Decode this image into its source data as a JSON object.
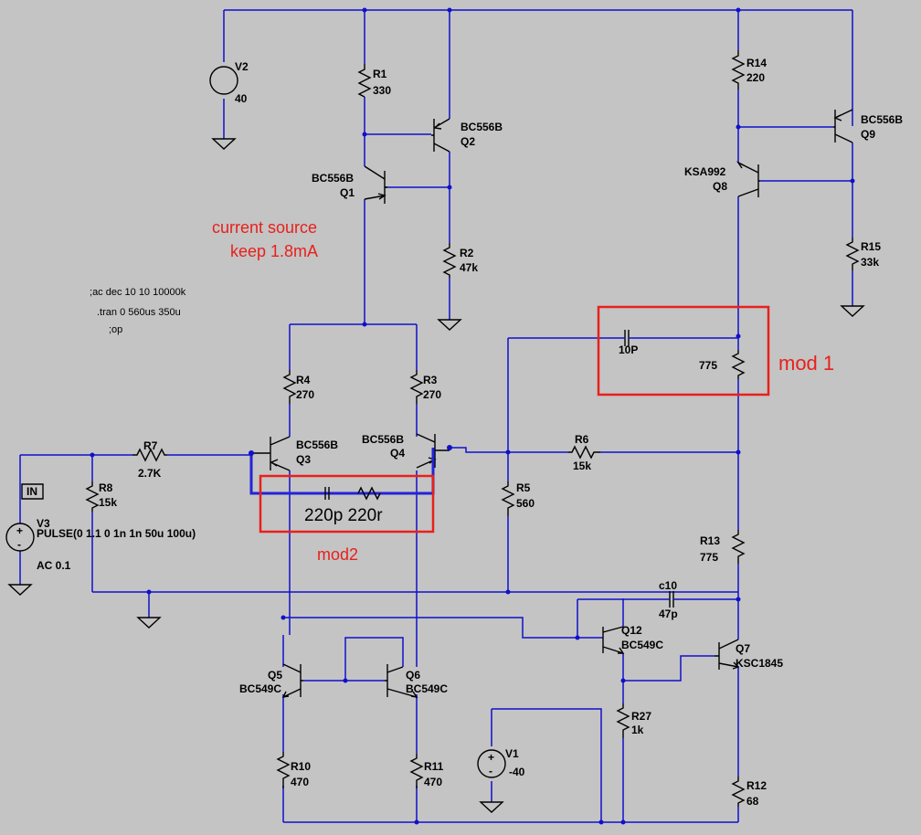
{
  "sources": {
    "v2": {
      "name": "V2",
      "value": "40"
    },
    "v3": {
      "name": "V3",
      "value": "PULSE(0 1.1 0 1n 1n 50u 100u)",
      "ac": "AC 0.1"
    },
    "v1": {
      "name": "V1",
      "value": "-40"
    }
  },
  "resistors": {
    "r1": {
      "name": "R1",
      "value": "330"
    },
    "r2": {
      "name": "R2",
      "value": "47k"
    },
    "r3": {
      "name": "R3",
      "value": "270"
    },
    "r4": {
      "name": "R4",
      "value": "270"
    },
    "r5": {
      "name": "R5",
      "value": "560"
    },
    "r6": {
      "name": "R6",
      "value": "15k"
    },
    "r7": {
      "name": "R7",
      "value": "2.7K"
    },
    "r8": {
      "name": "R8",
      "value": "15k"
    },
    "r10": {
      "name": "R10",
      "value": "470"
    },
    "r11": {
      "name": "R11",
      "value": "470"
    },
    "r12": {
      "name": "R12",
      "value": "68"
    },
    "r13": {
      "name": "R13",
      "value": "775"
    },
    "r14": {
      "name": "R14",
      "value": "220"
    },
    "r15": {
      "name": "R15",
      "value": "33k"
    },
    "r27": {
      "name": "R27",
      "value": "1k"
    },
    "rmod1": {
      "value": "775"
    }
  },
  "capacitors": {
    "c10": {
      "name": "c10",
      "value": "47p"
    },
    "cmod1": {
      "value": "10P"
    }
  },
  "transistors": {
    "q1": {
      "name": "Q1",
      "model": "BC556B"
    },
    "q2": {
      "name": "Q2",
      "model": "BC556B"
    },
    "q3": {
      "name": "Q3",
      "model": "BC556B"
    },
    "q4": {
      "name": "Q4",
      "model": "BC556B"
    },
    "q5": {
      "name": "Q5",
      "model": "BC549C"
    },
    "q6": {
      "name": "Q6",
      "model": "BC549C"
    },
    "q7": {
      "name": "Q7",
      "model": "KSC1845"
    },
    "q8": {
      "name": "Q8",
      "model": "KSA992"
    },
    "q9": {
      "name": "Q9",
      "model": "BC556B"
    },
    "q12": {
      "name": "Q12",
      "model": "BC549C"
    }
  },
  "directives": [
    "ac dec 10 10 10000k",
    ".tran 0 560us 350u",
    ";op"
  ],
  "directive_prefix": ";",
  "input_label": "IN",
  "annotations": {
    "current_source_line1": "current source",
    "current_source_line2": "keep 1.8mA",
    "mod1": "mod 1",
    "mod2": "mod2",
    "mod2_parts": "220p 220r"
  },
  "colors": {
    "wire": "#1010cc",
    "annotation": "#e8201c",
    "background": "#c4c4c4"
  }
}
